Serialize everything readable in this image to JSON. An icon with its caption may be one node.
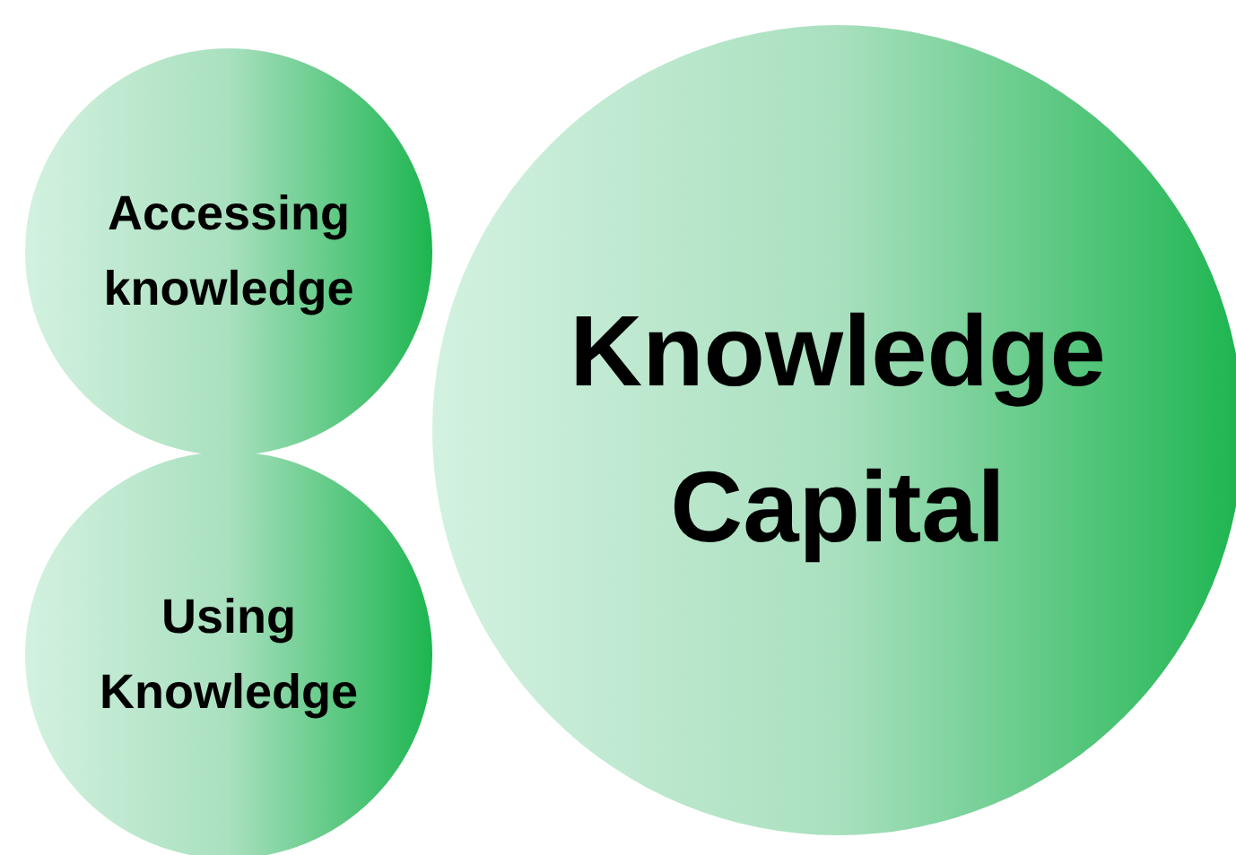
{
  "diagram": {
    "nodes": [
      {
        "text": [
          "Accessing knowledge"
        ]
      },
      {
        "text": [
          "Using Knowledge"
        ]
      },
      {
        "text": [
          "Knowledge Capital"
        ]
      }
    ]
  }
}
